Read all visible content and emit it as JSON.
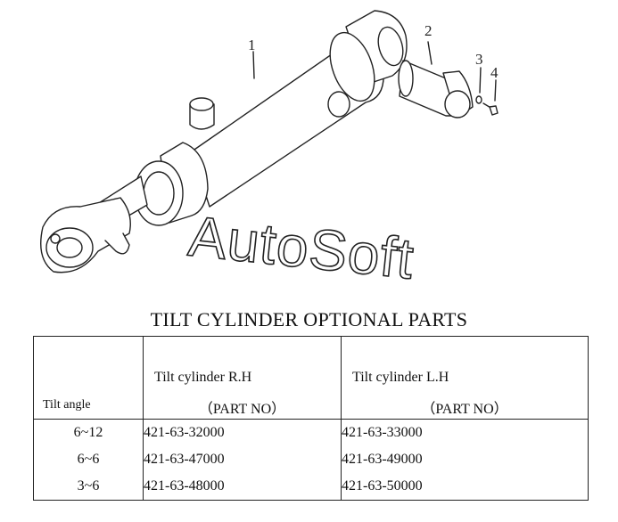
{
  "callouts": [
    "1",
    "2",
    "3",
    "4"
  ],
  "watermark": "AutoSoft",
  "title": "TILT CYLINDER OPTIONAL PARTS",
  "table": {
    "angle_header": "Tilt angle",
    "rh_header": "Tilt cylinder R.H",
    "rh_sub": "（PART NO）",
    "lh_header": "Tilt cylinder L.H",
    "lh_sub": "（PART NO）",
    "rows": [
      {
        "angle": "6~12",
        "rh": "421-63-32000",
        "lh": "421-63-33000"
      },
      {
        "angle": "6~6",
        "rh": "421-63-47000",
        "lh": "421-63-49000"
      },
      {
        "angle": "3~6",
        "rh": "421-63-48000",
        "lh": "421-63-50000"
      }
    ]
  }
}
